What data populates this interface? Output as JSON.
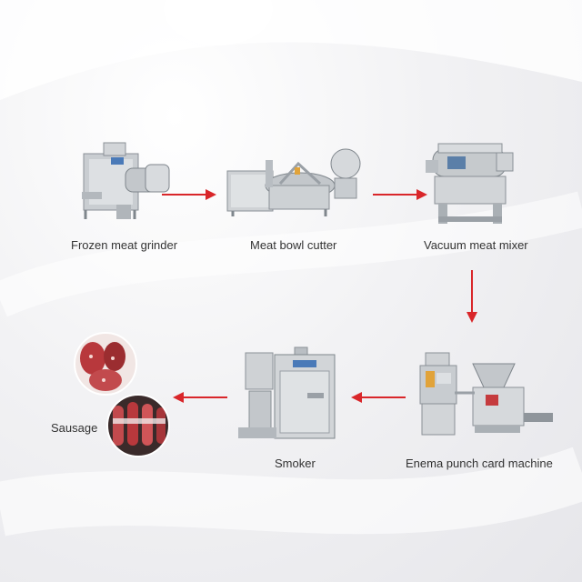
{
  "steps": [
    {
      "label": "Frozen meat grinder",
      "icon": "grinder-icon"
    },
    {
      "label": "Meat bowl cutter",
      "icon": "bowl-cutter-icon"
    },
    {
      "label": "Vacuum meat mixer",
      "icon": "vacuum-mixer-icon"
    },
    {
      "label": "Enema punch card machine",
      "icon": "filler-machine-icon"
    },
    {
      "label": "Smoker",
      "icon": "smoker-icon"
    },
    {
      "label": "Sausage",
      "icon": "sausage-icon"
    }
  ],
  "colors": {
    "arrow": "#d9262a",
    "steel_light": "#e4e6e8",
    "steel_mid": "#b9bec3",
    "steel_dark": "#7f868c",
    "meat": "#b8383c",
    "panel": "#c53b3e"
  }
}
